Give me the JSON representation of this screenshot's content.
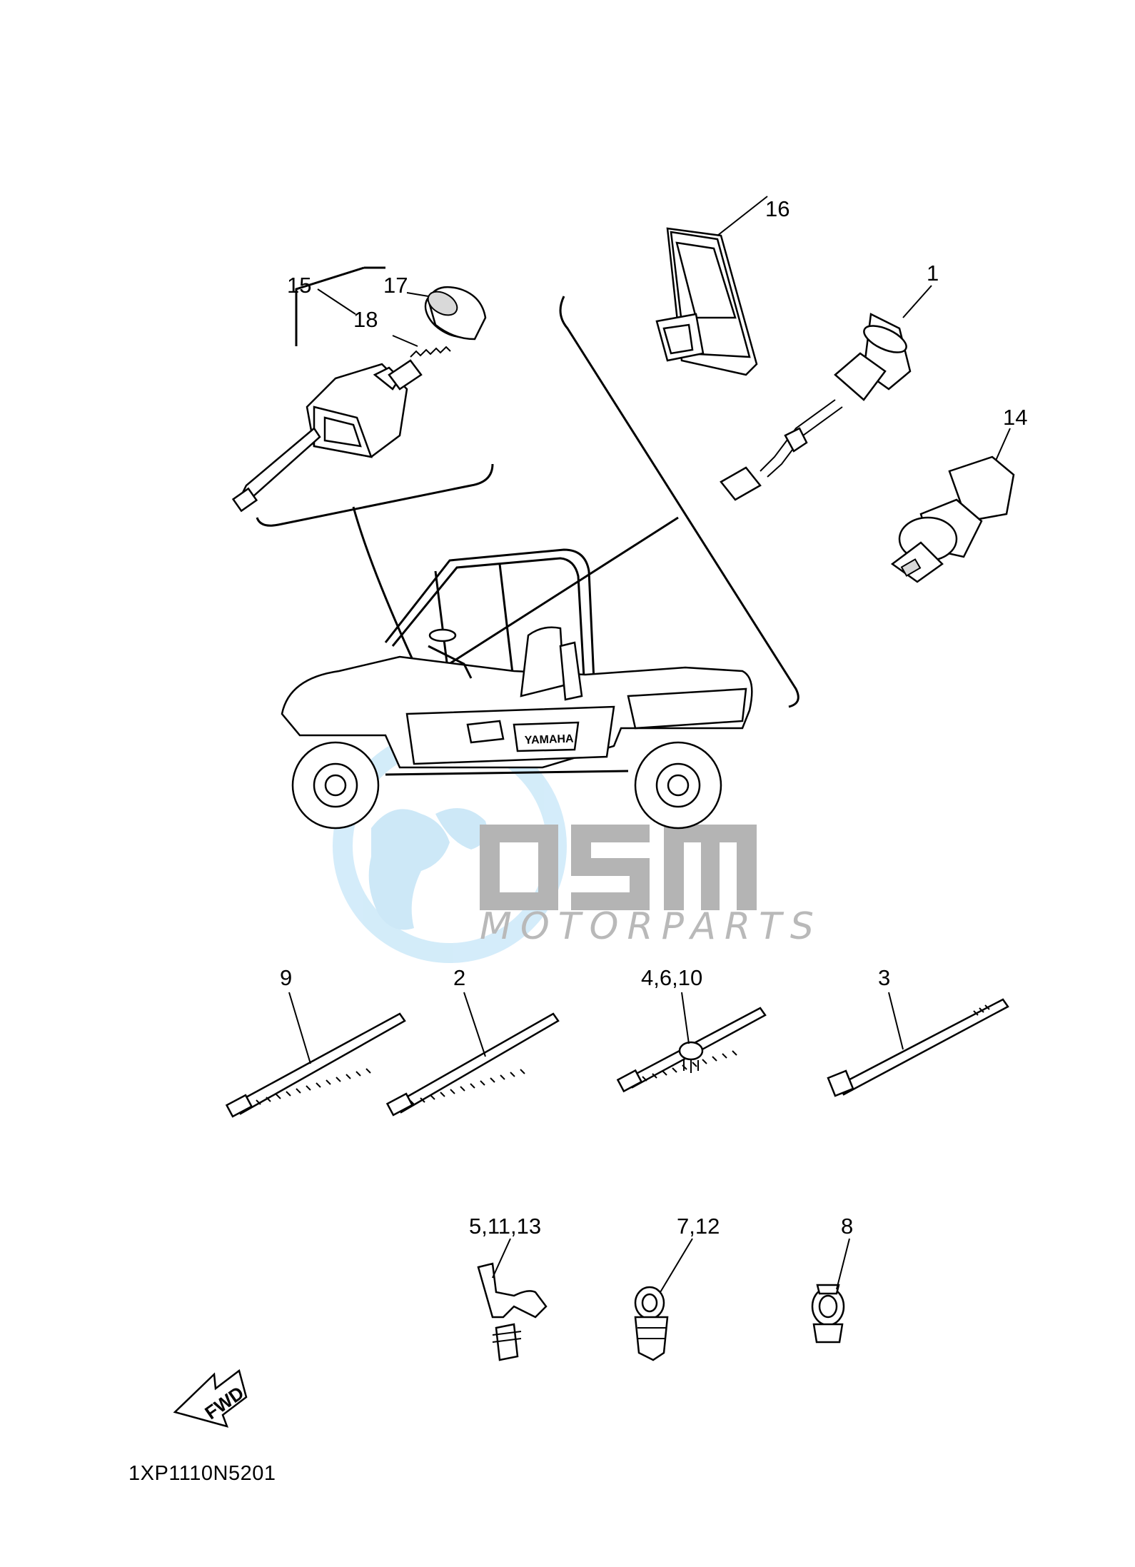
{
  "watermark": {
    "brand_text": "MOTORPARTS",
    "logo_name": "osm-globe-logo",
    "colors": {
      "globe": "#bfe4f7",
      "letters": "#b4b4b4"
    }
  },
  "callouts": {
    "c1": "1",
    "c2": "2",
    "c3": "3",
    "c4_6_10": "4,6,10",
    "c5_11_13": "5,11,13",
    "c7_12": "7,12",
    "c8": "8",
    "c9": "9",
    "c14": "14",
    "c15": "15",
    "c16": "16",
    "c17": "17",
    "c18": "18"
  },
  "fwd_label": "FWD",
  "diagram_code": "1XP1110N5201",
  "vehicle_badge": "YAMAHA"
}
